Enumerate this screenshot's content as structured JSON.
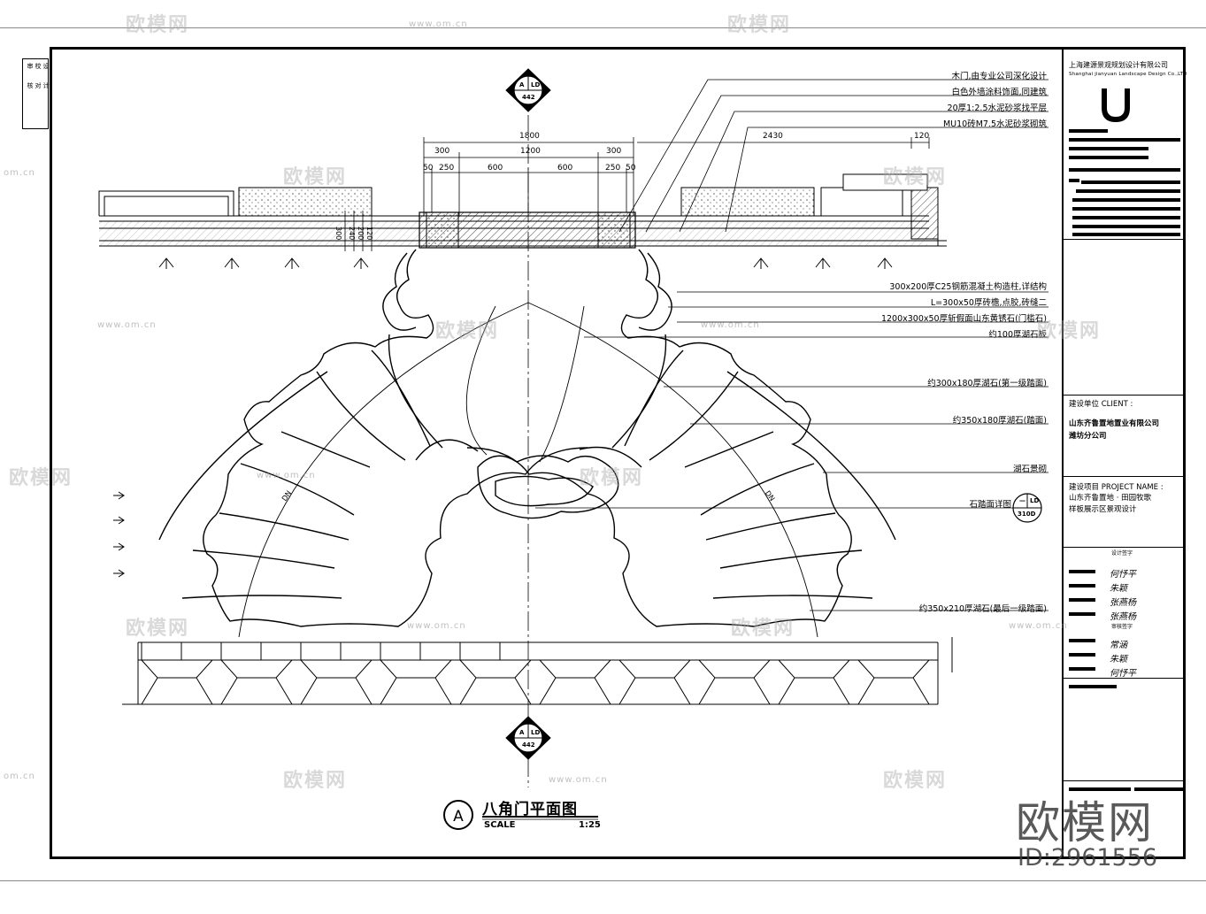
{
  "binding_labels": [
    "审",
    "核",
    "校",
    "对",
    "设",
    "计"
  ],
  "callouts_top": [
    "木门,由专业公司深化设计",
    "白色外墙涂料饰面,同建筑",
    "20厚1:2.5水泥砂浆找平层",
    "MU10砖M7.5水泥砂浆砌筑"
  ],
  "callouts_mid": [
    "300x200厚C25钢筋混凝土构造柱,详结构",
    "L=300x50厚砖檐,点胶,砖缝二",
    "1200x300x50厚斩假面山东黄锈石(门槛石)",
    "约100厚湖石板",
    "约300x180厚湖石(第一级踏面)",
    "约350x180厚湖石(踏面)",
    "湖石景砌",
    "石踏面详图",
    "约350x210厚湖石(最后一级踏面)"
  ],
  "dims": {
    "overall": "1800",
    "center": "1200",
    "left_300": "300",
    "right_300": "300",
    "left_50": "50",
    "left_250": "250",
    "left_600": "600",
    "right_600": "600",
    "right_250": "250",
    "right_50": "50",
    "wall_2430": "2430",
    "wall_120": "120",
    "vertical": [
      "300",
      "240",
      "200",
      "120"
    ],
    "dn_left": "DN",
    "dn_right": "DN"
  },
  "section_tag": {
    "letter": "A",
    "sheet": "LD",
    "number": "442"
  },
  "detail_tag": {
    "top": "—",
    "sheet": "LD",
    "number": "310D"
  },
  "title_block": {
    "company_cn": "上海建源景观规划设计有限公司",
    "company_en": "Shanghai jianyuan Landscape Design Co.,LTD",
    "client_label": "建设单位 CLIENT :",
    "client_name_1": "山东齐鲁置地置业有限公司",
    "client_name_2": "潍坊分公司",
    "project_label": "建设项目 PROJECT NAME :",
    "project_name_1": "山东齐鲁置地 · 田园牧歌",
    "project_name_2": "样板展示区景观设计",
    "design_sign_label": "设计签字",
    "review_sign_label": "审核签字",
    "signatures": [
      "何忬平",
      "朱颖",
      "张燕杨",
      "张燕杨",
      "常涵",
      "朱颖",
      "何忬平"
    ]
  },
  "plan_title": {
    "letter": "A",
    "name": "八角门平面图",
    "scale_label": "SCALE",
    "scale_value": "1:25"
  },
  "watermarks": {
    "brand": "欧模网",
    "url": "www.om.cn",
    "url_short": "om.cn",
    "big_brand": "欧模网",
    "id": "ID:2961556"
  }
}
